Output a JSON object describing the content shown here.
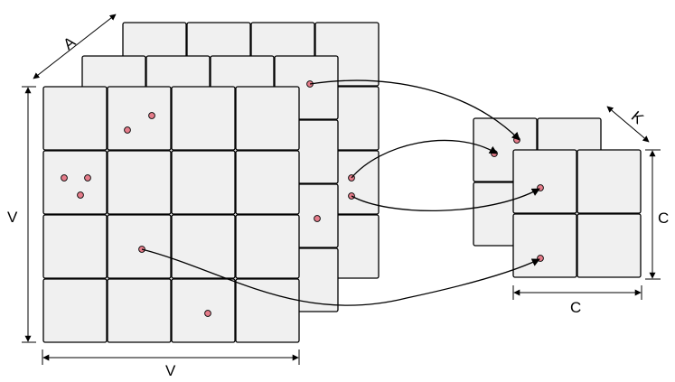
{
  "labels": {
    "volume_depth": "A",
    "volume_height": "V",
    "volume_width": "V",
    "grid_depth": "K",
    "grid_height": "C",
    "grid_width": "C"
  },
  "colors": {
    "cell_fill": "#f0f0f0",
    "cell_stroke": "#000000",
    "point_fill": "#e57c8a",
    "line": "#000000",
    "background": "#ffffff"
  }
}
